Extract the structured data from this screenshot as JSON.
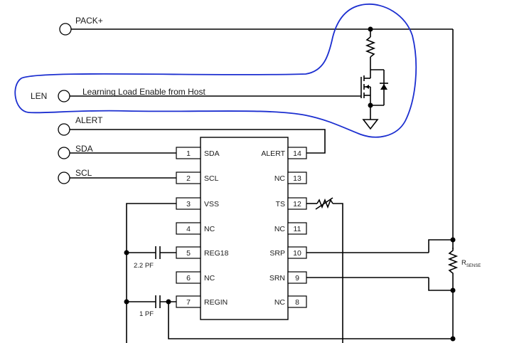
{
  "terminals": {
    "pack_plus": "PACK+",
    "len": "LEN",
    "len_desc": "Learning Load Enable from Host",
    "alert": "ALERT",
    "sda": "SDA",
    "scl": "SCL"
  },
  "chip": {
    "left_pins": [
      {
        "num": "1",
        "label": "SDA"
      },
      {
        "num": "2",
        "label": "SCL"
      },
      {
        "num": "3",
        "label": "VSS"
      },
      {
        "num": "4",
        "label": "NC"
      },
      {
        "num": "5",
        "label": "REG18"
      },
      {
        "num": "6",
        "label": "NC"
      },
      {
        "num": "7",
        "label": "REGIN"
      }
    ],
    "right_pins": [
      {
        "num": "14",
        "label": "ALERT"
      },
      {
        "num": "13",
        "label": "NC"
      },
      {
        "num": "12",
        "label": "TS"
      },
      {
        "num": "11",
        "label": "NC"
      },
      {
        "num": "10",
        "label": "SRP"
      },
      {
        "num": "9",
        "label": "SRN"
      },
      {
        "num": "8",
        "label": "NC"
      }
    ]
  },
  "components": {
    "cap1": "2.2 PF",
    "cap2": "1 PF",
    "rsense_main": "R",
    "rsense_sub": "SENSE"
  }
}
